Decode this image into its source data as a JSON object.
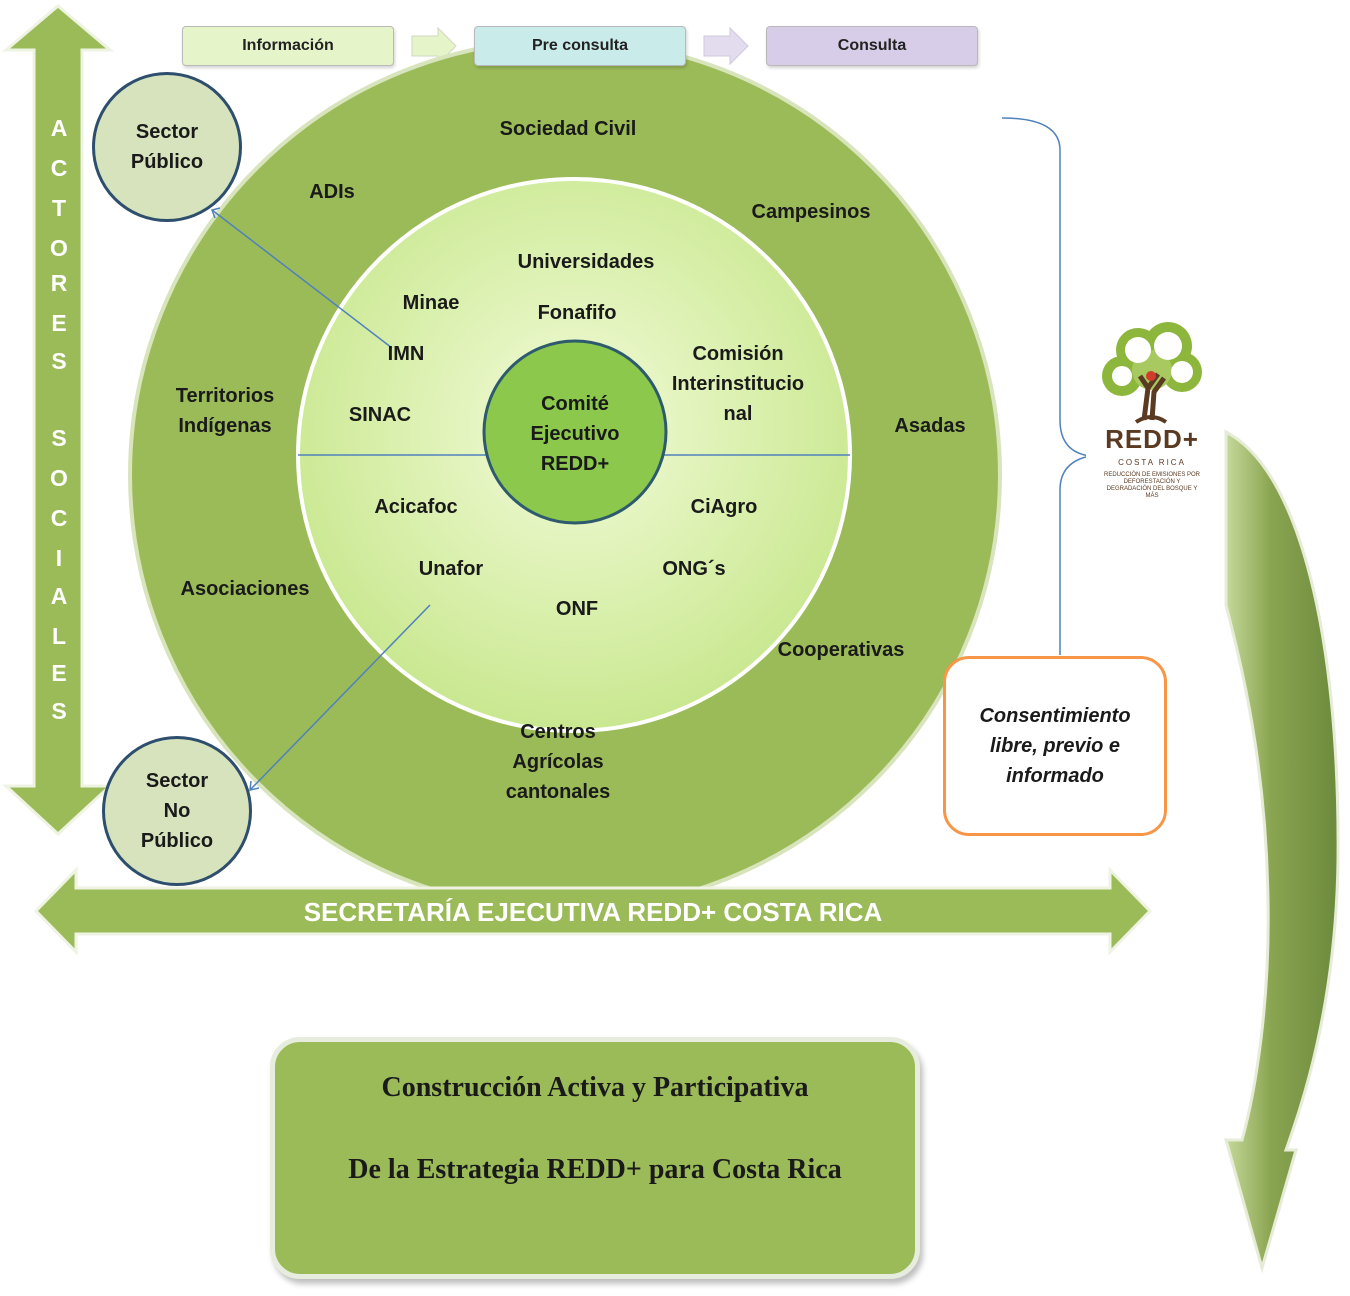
{
  "steps": [
    "Información",
    "Pre consulta",
    "Consulta"
  ],
  "actores_sociales": [
    "A",
    "C",
    "T",
    "O",
    "R",
    "E",
    "S",
    "S",
    "O",
    "C",
    "I",
    "A",
    "L",
    "E",
    "S"
  ],
  "sector_publico": "Sector\nPúblico",
  "sector_no_publico": "Sector\nNo\nPúblico",
  "outer_ring": {
    "sociedad_civil": "Sociedad Civil",
    "adis": "ADIs",
    "campesinos": "Campesinos",
    "territorios": "Territorios\nIndígenas",
    "asadas": "Asadas",
    "asociaciones": "Asociaciones",
    "cooperativas": "Cooperativas",
    "centros": "Centros\nAgrícolas\ncantonales"
  },
  "inner_circle": {
    "universidades": "Universidades",
    "minae": "Minae",
    "fonafifo": "Fonafifo",
    "imn": "IMN",
    "comision": "Comisión\nInterinstitucio\nnal",
    "sinac": "SINAC",
    "acicafoc": "Acicafoc",
    "ciagro": "CiAgro",
    "unafor": "Unafor",
    "ongs": "ONG´s",
    "onf": "ONF"
  },
  "center": "Comité\nEjecutivo\nREDD+",
  "consentimiento": "Consentimiento\nlibre, previo e\ninformado",
  "logo": {
    "brand": "REDD+",
    "country": "COSTA RICA",
    "tagline": "REDUCCIÓN DE EMISIONES POR DEFORESTACIÓN Y DEGRADACIÓN DEL BOSQUE Y MÁS"
  },
  "secretaria": "SECRETARÍA EJECUTIVA REDD+ COSTA RICA",
  "bottom_box": {
    "line1": "Construcción Activa y Participativa",
    "line2": "De la Estrategia REDD+ para Costa Rica"
  },
  "colors": {
    "outer_green": "#9bbb59",
    "inner_green": "#dbf0a9",
    "center_green": "#8cc84b",
    "info_box": "#e6f5c9",
    "preconsulta_box": "#c9ecea",
    "consulta_box": "#d8cde8",
    "orange_border": "#f79646",
    "line_blue": "#4f81bd"
  }
}
